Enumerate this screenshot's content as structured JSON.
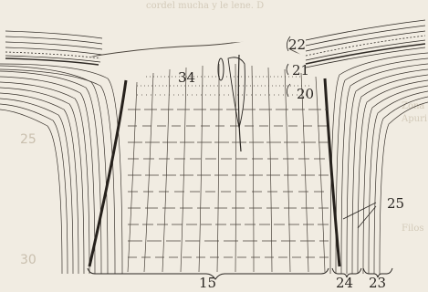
{
  "labels": {
    "l22": "22",
    "l21": "21",
    "l20": "20",
    "l34": "34",
    "l25": "25",
    "l15": "15",
    "l24": "24",
    "l23": "23"
  },
  "margin_numbers": {
    "m25": "25",
    "m30": "30"
  },
  "bleed_text": {
    "t1": "cordel mucha y le lene. D",
    "t2": "Zona",
    "t3": "Apuri",
    "t4": "Filos"
  },
  "colors": {
    "paper": "#f1ece2",
    "ink": "#2a2622"
  }
}
